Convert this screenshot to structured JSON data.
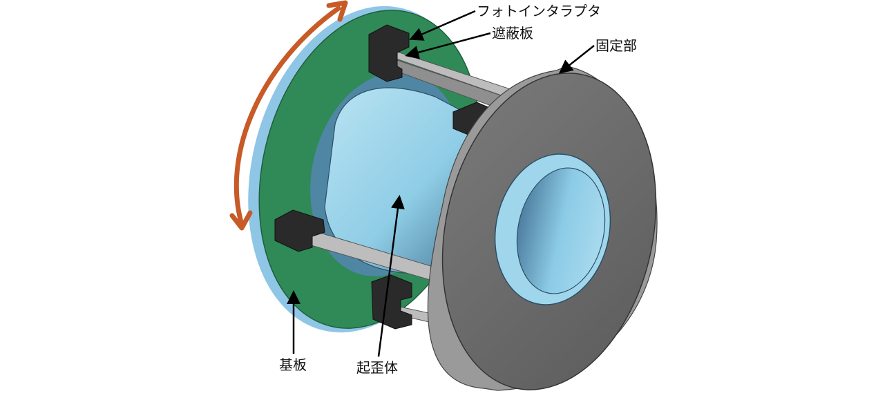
{
  "labels": {
    "photo_interrupter": "フォトインタラプタ",
    "shield_plate": "遮蔽板",
    "fixed_part": "固定部",
    "base_plate": "基板",
    "strain_body": "起歪体"
  },
  "colors": {
    "base_green": "#2f8a57",
    "base_edge_blue": "#8fc6e6",
    "strain_body_blue": "#93cfe6",
    "fixed_part_gray": "#6f6f6f",
    "interrupter_black": "#2a2a2a",
    "shield_plate_gray": "#bdbdbd",
    "rotation_arrow": "#c75a26"
  }
}
